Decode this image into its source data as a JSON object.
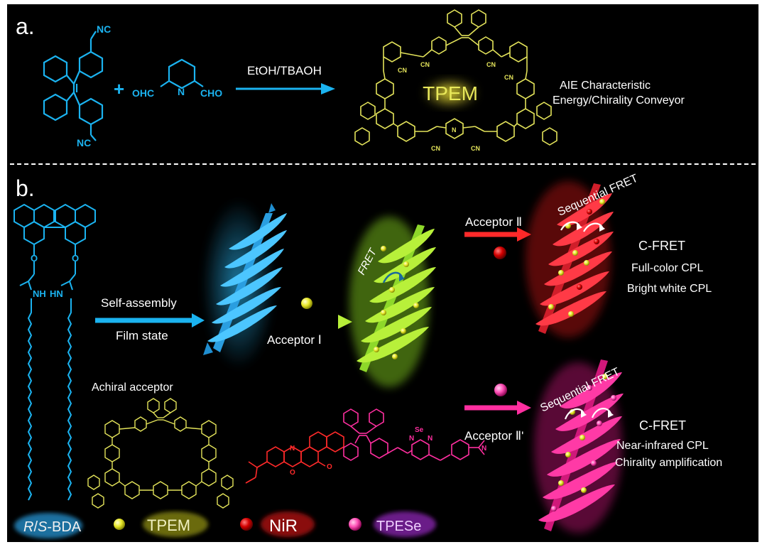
{
  "panel_a": {
    "label": "a.",
    "reagent_left_top": "NC",
    "reagent_left_bottom": "NC",
    "plus": "+",
    "aldehyde_left": "OHC",
    "aldehyde_n": "N",
    "aldehyde_right": "CHO",
    "conditions": "EtOH/TBAOH",
    "product_name": "TPEM",
    "product_cn": "CN",
    "product_n": "N",
    "property_1": "AIE Characteristic",
    "property_2": "Energy/Chirality Conveyor"
  },
  "panel_b": {
    "label": "b.",
    "nh_left": "NH",
    "nh_right": "HN",
    "o_left": "O",
    "o_right": "O",
    "self_assembly": "Self-assembly",
    "film_state": "Film state",
    "acceptor_1": "Acceptor Ⅰ",
    "fret": "FRET",
    "acceptor_2": "Acceptor Ⅱ",
    "acceptor_2p": "Acceptor Ⅱ'",
    "sequential_fret": "Sequential FRET",
    "top_result": [
      "C-FRET",
      "Full-color CPL",
      "Bright white CPL"
    ],
    "bottom_result": [
      "C-FRET",
      "Near-infrared CPL",
      "Chirality amplification"
    ],
    "achiral_acceptor": "Achiral acceptor",
    "bda_label": "R/S-BDA",
    "bda_r": "R",
    "bda_slash": "/",
    "bda_s": "S",
    "bda_rest": "-BDA",
    "legend_tpem": "TPEM",
    "legend_nir": "NiR",
    "legend_tpese": "TPESe",
    "nir_n": "N",
    "nir_o": "O",
    "tpese_se": "Se",
    "tpese_n": "N"
  },
  "colors": {
    "cyan": "#1bb3f0",
    "yellow": "#e3e35a",
    "red": "#ff2a2a",
    "pink": "#ff2fa0",
    "green": "#a8f23a",
    "background": "#000000"
  }
}
